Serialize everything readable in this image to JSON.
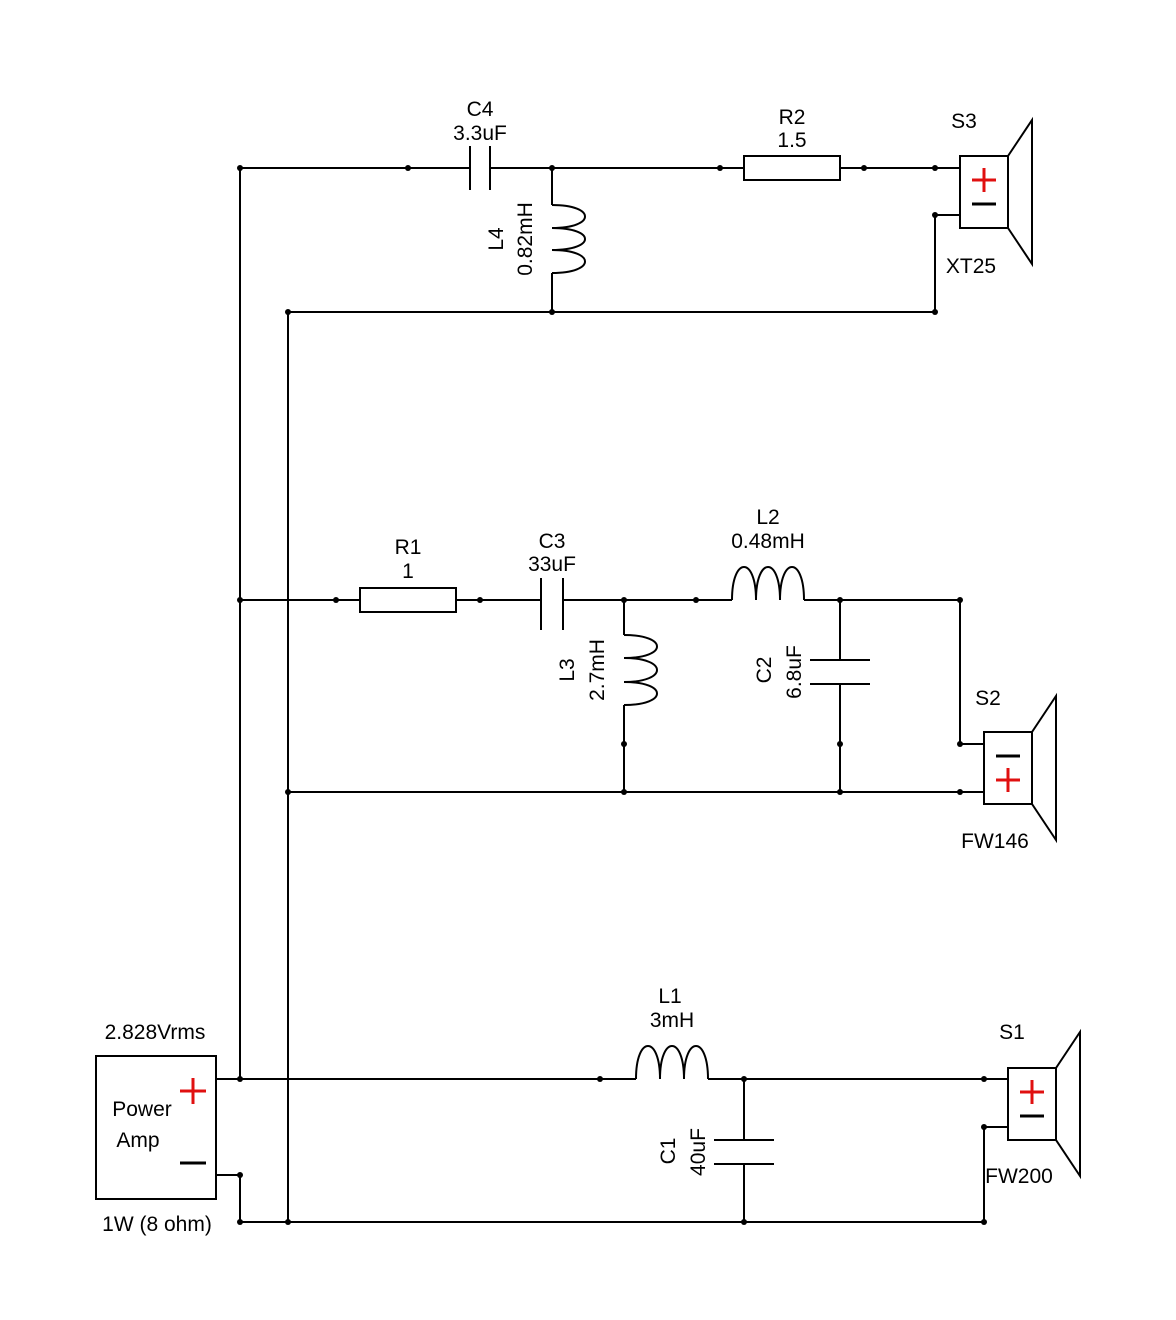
{
  "amplifier": {
    "voltage": "2.828Vrms",
    "name_line1": "Power",
    "name_line2": "Amp",
    "power": "1W (8 ohm)"
  },
  "components": {
    "C4": {
      "ref": "C4",
      "value": "3.3uF"
    },
    "R2": {
      "ref": "R2",
      "value": "1.5"
    },
    "L4": {
      "ref": "L4",
      "value": "0.82mH"
    },
    "R1": {
      "ref": "R1",
      "value": "1"
    },
    "C3": {
      "ref": "C3",
      "value": "33uF"
    },
    "L2": {
      "ref": "L2",
      "value": "0.48mH"
    },
    "L3": {
      "ref": "L3",
      "value": "2.7mH"
    },
    "C2": {
      "ref": "C2",
      "value": "6.8uF"
    },
    "L1": {
      "ref": "L1",
      "value": "3mH"
    },
    "C1": {
      "ref": "C1",
      "value": "40uF"
    }
  },
  "speakers": {
    "S3": {
      "ref": "S3",
      "model": "XT25"
    },
    "S2": {
      "ref": "S2",
      "model": "FW146"
    },
    "S1": {
      "ref": "S1",
      "model": "FW200"
    }
  },
  "colors": {
    "polarity": "#e01010",
    "wire": "#000000"
  }
}
